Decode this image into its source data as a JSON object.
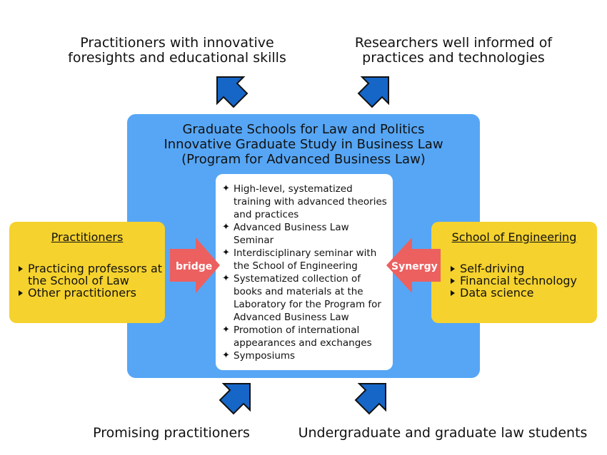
{
  "top_outcomes": [
    {
      "text": "Practitioners with innovative\nforesights and educational skills"
    },
    {
      "text": "Researchers well informed of\npractices and technologies"
    }
  ],
  "main": {
    "title_lines": [
      "Graduate Schools for Law and Politics",
      "Innovative Graduate Study in Business Law",
      "(Program for Advanced Business Law)"
    ],
    "features": [
      "High-level, systematized training with advanced theories and practices",
      "Advanced Business Law Seminar",
      "Interdisciplinary seminar with the School of Engineering",
      "Systematized collection of books and materials at the Laboratory for the Program for Advanced Business Law",
      "Promotion of international appearances and exchanges",
      "Symposiums"
    ]
  },
  "left_box": {
    "title": "Practitioners",
    "items": [
      "Practicing professors at the School of Law",
      "Other practitioners"
    ],
    "connector_label": "bridge"
  },
  "right_box": {
    "title": "School of Engineering",
    "items": [
      "Self-driving",
      "Financial technology",
      "Data science"
    ],
    "connector_label": "Synergy"
  },
  "bottom_entries": [
    {
      "text": "Promising practitioners"
    },
    {
      "text": "Undergraduate and graduate law students"
    }
  ],
  "colors": {
    "main_box": "#56a6f5",
    "side_box": "#f5d22d",
    "connector_arrow": "#ec6060",
    "flow_arrow": "#1666c8",
    "flow_arrow_stroke": "#111111"
  }
}
